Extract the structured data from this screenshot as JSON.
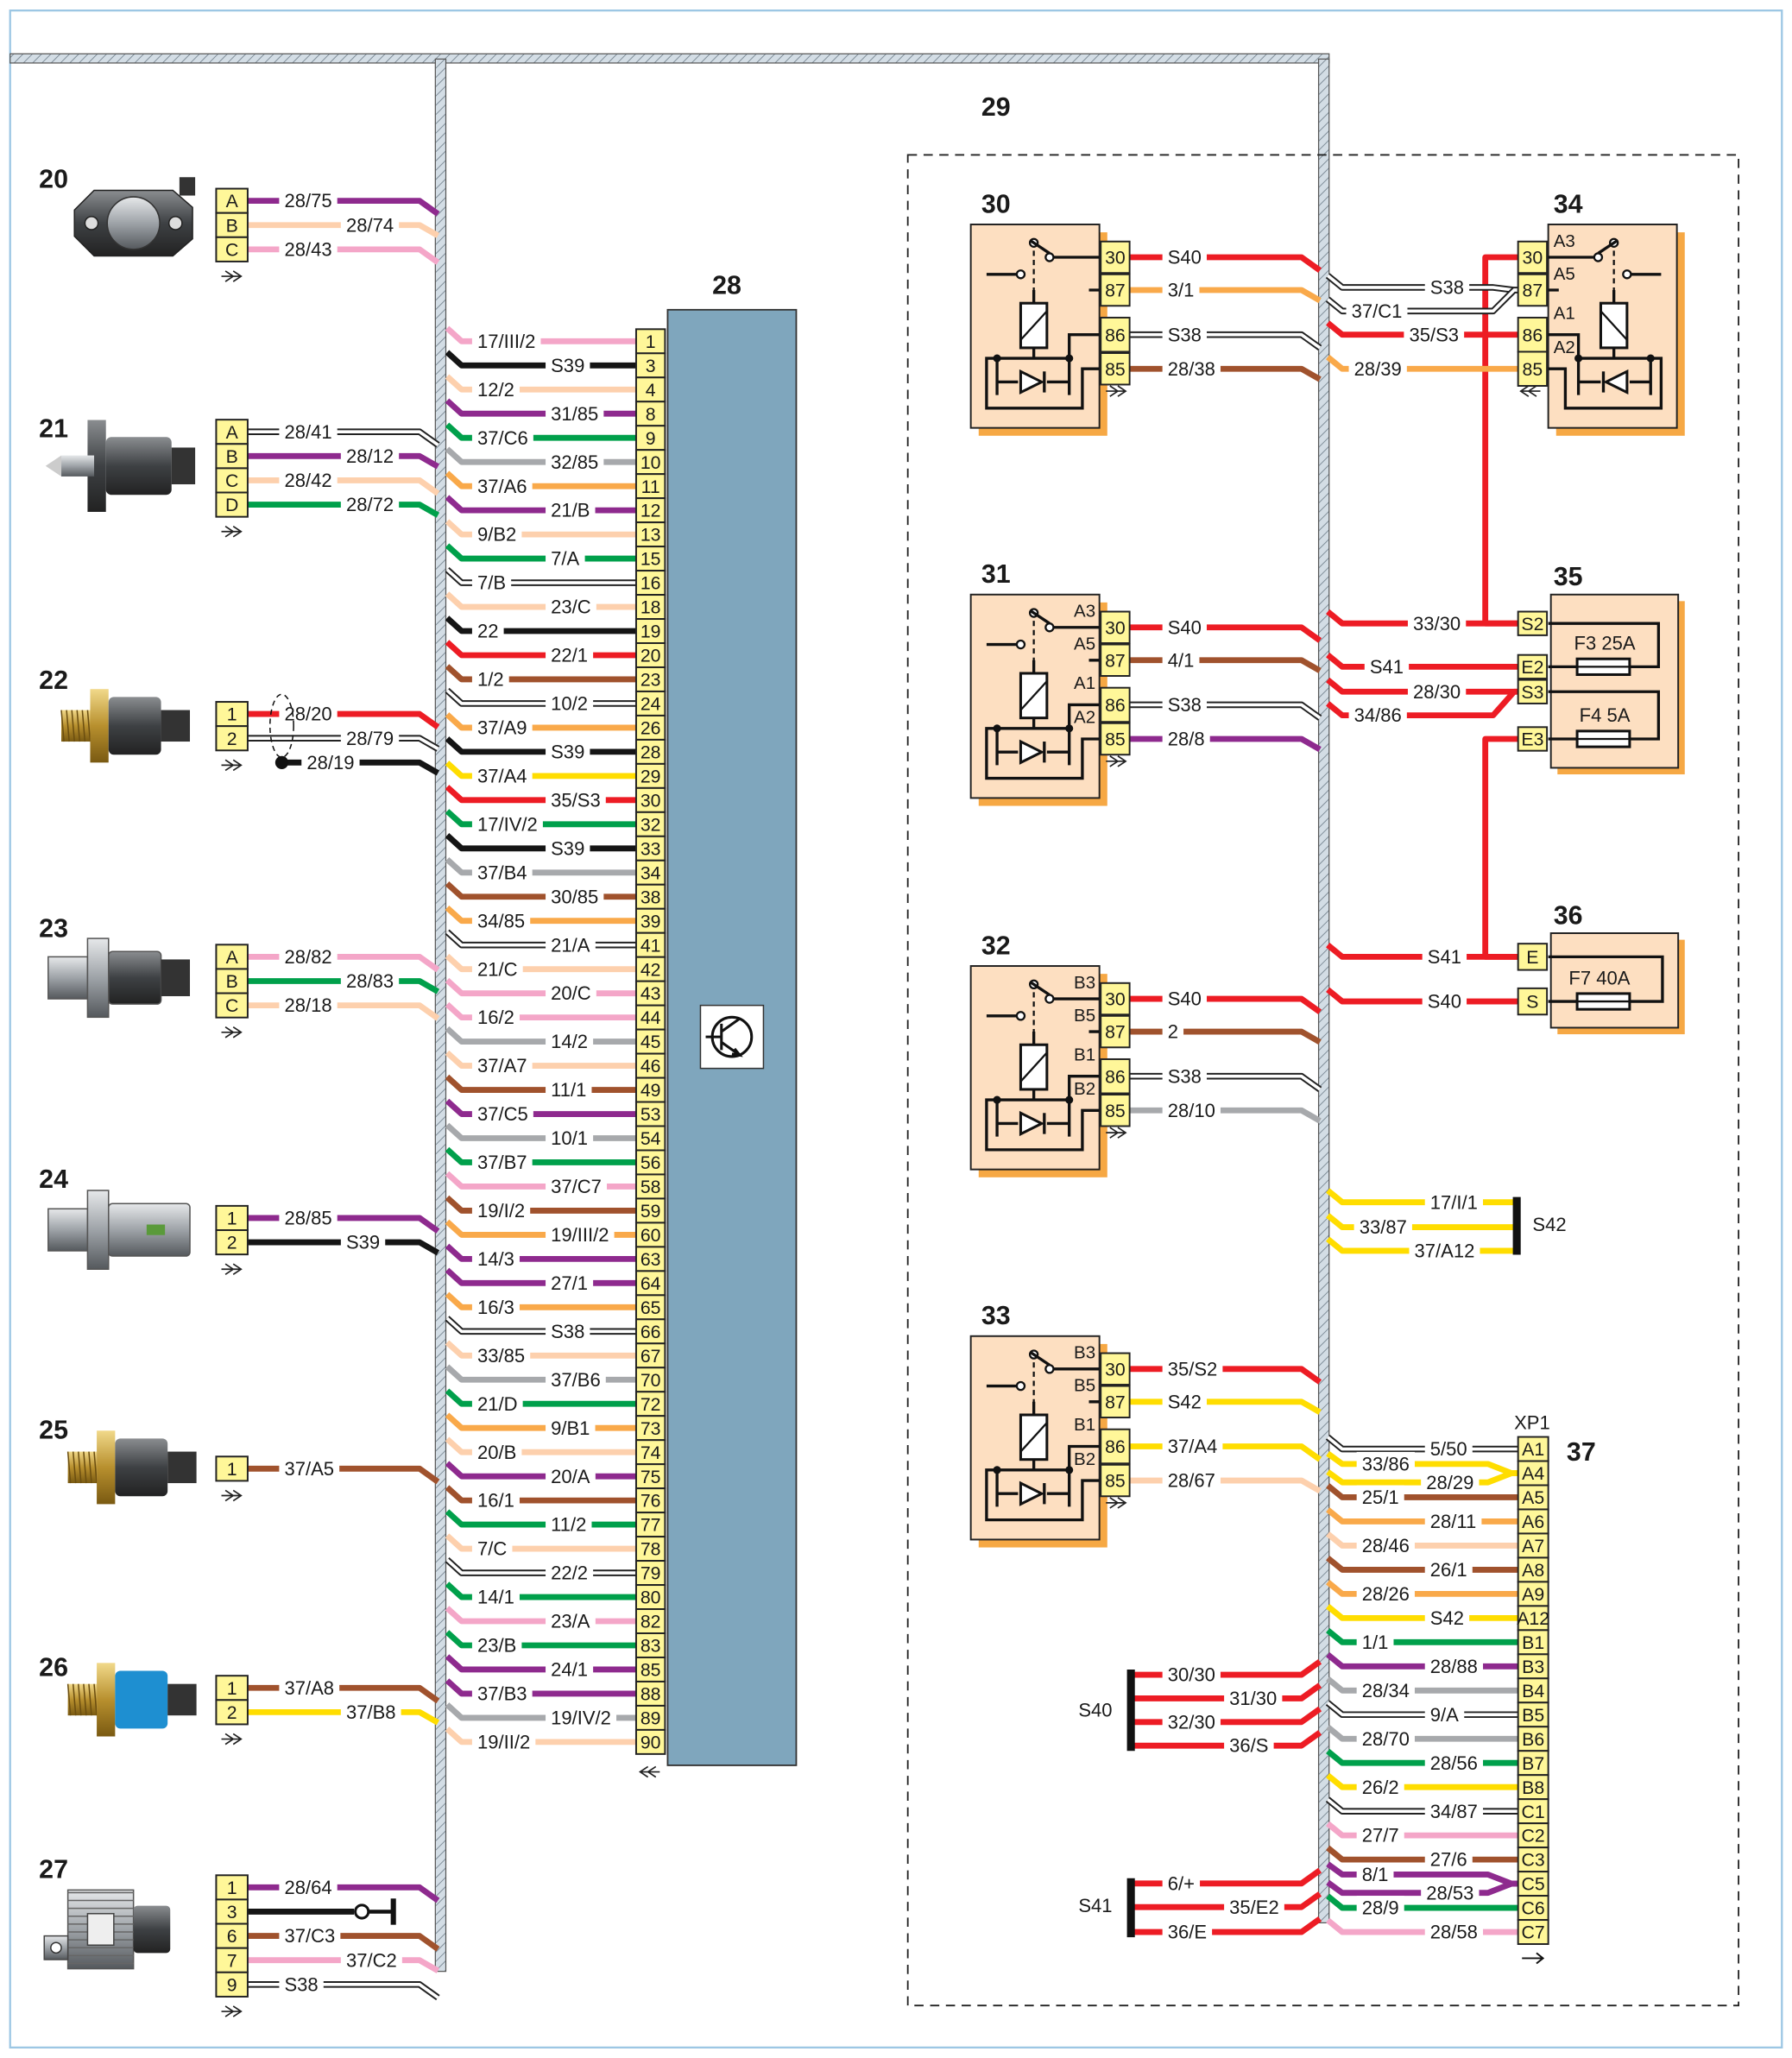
{
  "wire_colors": {
    "purple": "#8e2a8e",
    "pink": "#f4a6c8",
    "peach": "#fdd0ad",
    "black": "#151515",
    "green": "#00a04b",
    "grey": "#a7a9ac",
    "orange": "#f9a94a",
    "brown": "#a0522d",
    "red": "#ed1c24",
    "yellow": "#ffdd00",
    "white": "#ffffff"
  },
  "frame": {
    "ecu_area_label": "29"
  },
  "sensors": [
    {
      "number": "20",
      "pins": [
        {
          "pin": "A",
          "label": "28/75",
          "color": "purple"
        },
        {
          "pin": "B",
          "label": "28/74",
          "color": "peach"
        },
        {
          "pin": "C",
          "label": "28/43",
          "color": "pink"
        }
      ]
    },
    {
      "number": "21",
      "pins": [
        {
          "pin": "A",
          "label": "28/41",
          "color": "white"
        },
        {
          "pin": "B",
          "label": "28/12",
          "color": "purple"
        },
        {
          "pin": "C",
          "label": "28/42",
          "color": "peach"
        },
        {
          "pin": "D",
          "label": "28/72",
          "color": "green"
        }
      ]
    },
    {
      "number": "22",
      "pins": [
        {
          "pin": "1",
          "label": "28/20",
          "color": "red"
        },
        {
          "pin": "2",
          "label": "28/79",
          "color": "white"
        }
      ],
      "shield_wire": {
        "label": "28/19",
        "color": "black"
      }
    },
    {
      "number": "23",
      "pins": [
        {
          "pin": "A",
          "label": "28/82",
          "color": "pink"
        },
        {
          "pin": "B",
          "label": "28/83",
          "color": "green"
        },
        {
          "pin": "C",
          "label": "28/18",
          "color": "peach"
        }
      ]
    },
    {
      "number": "24",
      "pins": [
        {
          "pin": "1",
          "label": "28/85",
          "color": "purple"
        },
        {
          "pin": "2",
          "label": "S39",
          "color": "black"
        }
      ]
    },
    {
      "number": "25",
      "pins": [
        {
          "pin": "1",
          "label": "37/A5",
          "color": "brown"
        }
      ]
    },
    {
      "number": "26",
      "pins": [
        {
          "pin": "1",
          "label": "37/A8",
          "color": "brown"
        },
        {
          "pin": "2",
          "label": "37/B8",
          "color": "yellow"
        }
      ]
    },
    {
      "number": "27",
      "pins": [
        {
          "pin": "1",
          "label": "28/64",
          "color": "purple"
        },
        {
          "pin": "3",
          "label": "",
          "color": "black",
          "terminated": true
        },
        {
          "pin": "6",
          "label": "37/C3",
          "color": "brown"
        },
        {
          "pin": "7",
          "label": "37/C2",
          "color": "pink"
        },
        {
          "pin": "9",
          "label": "S38",
          "color": "white"
        }
      ]
    }
  ],
  "ecu": {
    "number": "28",
    "symbol": "transistor-icon",
    "pins": [
      {
        "pin": "1",
        "label": "17/III/2",
        "color": "pink"
      },
      {
        "pin": "3",
        "label": "S39",
        "color": "black"
      },
      {
        "pin": "4",
        "label": "12/2",
        "color": "peach"
      },
      {
        "pin": "8",
        "label": "31/85",
        "color": "purple"
      },
      {
        "pin": "9",
        "label": "37/C6",
        "color": "green"
      },
      {
        "pin": "10",
        "label": "32/85",
        "color": "grey"
      },
      {
        "pin": "11",
        "label": "37/A6",
        "color": "orange"
      },
      {
        "pin": "12",
        "label": "21/B",
        "color": "purple"
      },
      {
        "pin": "13",
        "label": "9/B2",
        "color": "peach"
      },
      {
        "pin": "15",
        "label": "7/A",
        "color": "green"
      },
      {
        "pin": "16",
        "label": "7/B",
        "color": "white"
      },
      {
        "pin": "18",
        "label": "23/C",
        "color": "peach"
      },
      {
        "pin": "19",
        "label": "22",
        "color": "black"
      },
      {
        "pin": "20",
        "label": "22/1",
        "color": "red"
      },
      {
        "pin": "23",
        "label": "1/2",
        "color": "brown"
      },
      {
        "pin": "24",
        "label": "10/2",
        "color": "white"
      },
      {
        "pin": "26",
        "label": "37/A9",
        "color": "orange"
      },
      {
        "pin": "28",
        "label": "S39",
        "color": "black"
      },
      {
        "pin": "29",
        "label": "37/A4",
        "color": "yellow"
      },
      {
        "pin": "30",
        "label": "35/S3",
        "color": "red"
      },
      {
        "pin": "32",
        "label": "17/IV/2",
        "color": "green"
      },
      {
        "pin": "33",
        "label": "S39",
        "color": "black"
      },
      {
        "pin": "34",
        "label": "37/B4",
        "color": "grey"
      },
      {
        "pin": "38",
        "label": "30/85",
        "color": "brown"
      },
      {
        "pin": "39",
        "label": "34/85",
        "color": "orange"
      },
      {
        "pin": "41",
        "label": "21/A",
        "color": "white"
      },
      {
        "pin": "42",
        "label": "21/C",
        "color": "peach"
      },
      {
        "pin": "43",
        "label": "20/C",
        "color": "pink"
      },
      {
        "pin": "44",
        "label": "16/2",
        "color": "pink"
      },
      {
        "pin": "45",
        "label": "14/2",
        "color": "grey"
      },
      {
        "pin": "46",
        "label": "37/A7",
        "color": "peach"
      },
      {
        "pin": "49",
        "label": "11/1",
        "color": "brown"
      },
      {
        "pin": "53",
        "label": "37/C5",
        "color": "purple"
      },
      {
        "pin": "54",
        "label": "10/1",
        "color": "grey"
      },
      {
        "pin": "56",
        "label": "37/B7",
        "color": "green"
      },
      {
        "pin": "58",
        "label": "37/C7",
        "color": "pink"
      },
      {
        "pin": "59",
        "label": "19/I/2",
        "color": "brown"
      },
      {
        "pin": "60",
        "label": "19/III/2",
        "color": "orange"
      },
      {
        "pin": "63",
        "label": "14/3",
        "color": "purple"
      },
      {
        "pin": "64",
        "label": "27/1",
        "color": "purple"
      },
      {
        "pin": "65",
        "label": "16/3",
        "color": "orange"
      },
      {
        "pin": "66",
        "label": "S38",
        "color": "white"
      },
      {
        "pin": "67",
        "label": "33/85",
        "color": "peach"
      },
      {
        "pin": "70",
        "label": "37/B6",
        "color": "grey"
      },
      {
        "pin": "72",
        "label": "21/D",
        "color": "green"
      },
      {
        "pin": "73",
        "label": "9/B1",
        "color": "orange"
      },
      {
        "pin": "74",
        "label": "20/B",
        "color": "peach"
      },
      {
        "pin": "75",
        "label": "20/A",
        "color": "purple"
      },
      {
        "pin": "76",
        "label": "16/1",
        "color": "brown"
      },
      {
        "pin": "77",
        "label": "11/2",
        "color": "green"
      },
      {
        "pin": "78",
        "label": "7/C",
        "color": "peach"
      },
      {
        "pin": "79",
        "label": "22/2",
        "color": "white"
      },
      {
        "pin": "80",
        "label": "14/1",
        "color": "green"
      },
      {
        "pin": "82",
        "label": "23/A",
        "color": "pink"
      },
      {
        "pin": "83",
        "label": "23/B",
        "color": "green"
      },
      {
        "pin": "85",
        "label": "24/1",
        "color": "purple"
      },
      {
        "pin": "88",
        "label": "37/B3",
        "color": "purple"
      },
      {
        "pin": "89",
        "label": "19/IV/2",
        "color": "grey"
      },
      {
        "pin": "90",
        "label": "19/II/2",
        "color": "peach"
      }
    ]
  },
  "relays": [
    {
      "number": "30",
      "terminals": [
        "",
        "",
        "",
        ""
      ],
      "pins": [
        {
          "pin": "30",
          "label": "S40",
          "color": "red"
        },
        {
          "pin": "87",
          "label": "3/1",
          "color": "orange"
        },
        {
          "pin": "86",
          "label": "S38",
          "color": "white"
        },
        {
          "pin": "85",
          "label": "28/38",
          "color": "brown"
        }
      ]
    },
    {
      "number": "31",
      "terminals": [
        "A3",
        "A5",
        "A1",
        "A2"
      ],
      "pins": [
        {
          "pin": "30",
          "label": "S40",
          "color": "red"
        },
        {
          "pin": "87",
          "label": "4/1",
          "color": "brown"
        },
        {
          "pin": "86",
          "label": "S38",
          "color": "white"
        },
        {
          "pin": "85",
          "label": "28/8",
          "color": "purple"
        }
      ]
    },
    {
      "number": "32",
      "terminals": [
        "B3",
        "B5",
        "B1",
        "B2"
      ],
      "pins": [
        {
          "pin": "30",
          "label": "S40",
          "color": "red"
        },
        {
          "pin": "87",
          "label": "2",
          "color": "brown"
        },
        {
          "pin": "86",
          "label": "S38",
          "color": "white"
        },
        {
          "pin": "85",
          "label": "28/10",
          "color": "grey"
        }
      ]
    },
    {
      "number": "33",
      "terminals": [
        "B3",
        "B5",
        "B1",
        "B2"
      ],
      "pins": [
        {
          "pin": "30",
          "label": "35/S2",
          "color": "red"
        },
        {
          "pin": "87",
          "label": "S42",
          "color": "yellow"
        },
        {
          "pin": "86",
          "label": "37/A4",
          "color": "yellow"
        },
        {
          "pin": "85",
          "label": "28/67",
          "color": "peach"
        }
      ]
    }
  ],
  "relay34": {
    "number": "34",
    "terminals": [
      "A3",
      "A5",
      "A1",
      "A2"
    ],
    "pins": [
      {
        "pin": "30",
        "wires": []
      },
      {
        "pin": "87",
        "wires": [
          {
            "label": "S38",
            "color": "white"
          },
          {
            "label": "37/C1",
            "color": "white"
          }
        ]
      },
      {
        "pin": "86",
        "wires": [
          {
            "label": "35/S3",
            "color": "red"
          }
        ]
      },
      {
        "pin": "85",
        "wires": [
          {
            "label": "28/39",
            "color": "orange"
          }
        ]
      }
    ]
  },
  "fuse_block35": {
    "number": "35",
    "fuses": [
      "F3 25A",
      "F4 5A"
    ],
    "pins": [
      {
        "pin": "S2",
        "wires": [
          {
            "label": "33/30",
            "color": "red"
          }
        ]
      },
      {
        "pin": "E2",
        "wires": [
          {
            "label": "S41",
            "color": "red"
          }
        ]
      },
      {
        "pin": "S3",
        "wires": [
          {
            "label": "28/30",
            "color": "red"
          },
          {
            "label": "34/86",
            "color": "red"
          }
        ]
      },
      {
        "pin": "E3",
        "wires": []
      }
    ]
  },
  "fuse_block36": {
    "number": "36",
    "fuses": [
      "F7 40A"
    ],
    "pins": [
      {
        "pin": "E",
        "wires": [
          {
            "label": "S41",
            "color": "red"
          }
        ]
      },
      {
        "pin": "S",
        "wires": [
          {
            "label": "S40",
            "color": "red"
          }
        ]
      }
    ]
  },
  "splices": [
    {
      "name": "S42",
      "color": "yellow",
      "wires": [
        "17/I/1",
        "33/87",
        "37/A12"
      ]
    },
    {
      "name": "S40",
      "color": "red",
      "wires": [
        "30/30",
        "31/30",
        "32/30",
        "36/S"
      ]
    },
    {
      "name": "S41",
      "color": "red",
      "wires": [
        "6/+",
        "35/E2",
        "36/E"
      ]
    }
  ],
  "connector37": {
    "number": "37",
    "name": "XP1",
    "pins": [
      {
        "pin": "A1",
        "wires": [
          {
            "label": "5/50",
            "color": "white"
          }
        ]
      },
      {
        "pin": "A4",
        "wires": [
          {
            "label": "33/86",
            "color": "yellow"
          },
          {
            "label": "28/29",
            "color": "yellow"
          }
        ]
      },
      {
        "pin": "A5",
        "wires": [
          {
            "label": "25/1",
            "color": "brown"
          }
        ]
      },
      {
        "pin": "A6",
        "wires": [
          {
            "label": "28/11",
            "color": "orange"
          }
        ]
      },
      {
        "pin": "A7",
        "wires": [
          {
            "label": "28/46",
            "color": "peach"
          }
        ]
      },
      {
        "pin": "A8",
        "wires": [
          {
            "label": "26/1",
            "color": "brown"
          }
        ]
      },
      {
        "pin": "A9",
        "wires": [
          {
            "label": "28/26",
            "color": "orange"
          }
        ]
      },
      {
        "pin": "A12",
        "wires": [
          {
            "label": "S42",
            "color": "yellow"
          }
        ]
      },
      {
        "pin": "B1",
        "wires": [
          {
            "label": "1/1",
            "color": "green"
          }
        ]
      },
      {
        "pin": "B3",
        "wires": [
          {
            "label": "28/88",
            "color": "purple"
          }
        ]
      },
      {
        "pin": "B4",
        "wires": [
          {
            "label": "28/34",
            "color": "grey"
          }
        ]
      },
      {
        "pin": "B5",
        "wires": [
          {
            "label": "9/A",
            "color": "white"
          }
        ]
      },
      {
        "pin": "B6",
        "wires": [
          {
            "label": "28/70",
            "color": "grey"
          }
        ]
      },
      {
        "pin": "B7",
        "wires": [
          {
            "label": "28/56",
            "color": "green"
          }
        ]
      },
      {
        "pin": "B8",
        "wires": [
          {
            "label": "26/2",
            "color": "yellow"
          }
        ]
      },
      {
        "pin": "C1",
        "wires": [
          {
            "label": "34/87",
            "color": "white"
          }
        ]
      },
      {
        "pin": "C2",
        "wires": [
          {
            "label": "27/7",
            "color": "pink"
          }
        ]
      },
      {
        "pin": "C3",
        "wires": [
          {
            "label": "27/6",
            "color": "brown"
          }
        ]
      },
      {
        "pin": "C5",
        "wires": [
          {
            "label": "8/1",
            "color": "purple"
          },
          {
            "label": "28/53",
            "color": "purple"
          }
        ]
      },
      {
        "pin": "C6",
        "wires": [
          {
            "label": "28/9",
            "color": "green"
          }
        ]
      },
      {
        "pin": "C7",
        "wires": [
          {
            "label": "28/58",
            "color": "pink"
          }
        ]
      }
    ]
  }
}
